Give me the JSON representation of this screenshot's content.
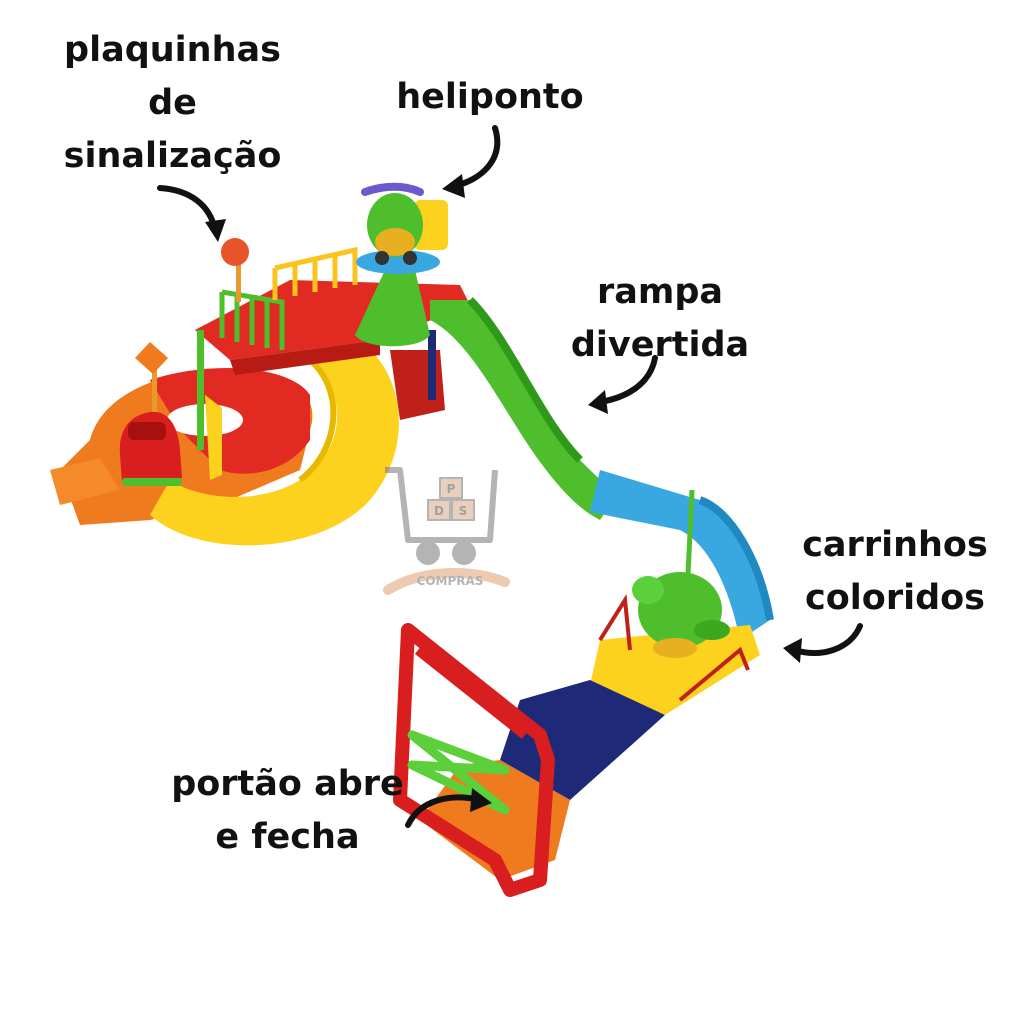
{
  "labels": {
    "signs": [
      "plaquinhas",
      "de",
      "sinalização"
    ],
    "helipad": [
      "heliponto"
    ],
    "ramp": [
      "rampa",
      "divertida"
    ],
    "cars": [
      "carrinhos",
      "coloridos"
    ],
    "gate": [
      "portão abre",
      "e fecha"
    ]
  },
  "watermark": {
    "box_letters": [
      "P",
      "D",
      "S"
    ],
    "word": "COMPRAS"
  },
  "colors": {
    "text": "#111111",
    "orange": "#f07a1e",
    "red": "#e02a22",
    "yellow": "#fcd21e",
    "green": "#4fbe2c",
    "blue": "#3aa8e0",
    "navy": "#1e2a78"
  }
}
